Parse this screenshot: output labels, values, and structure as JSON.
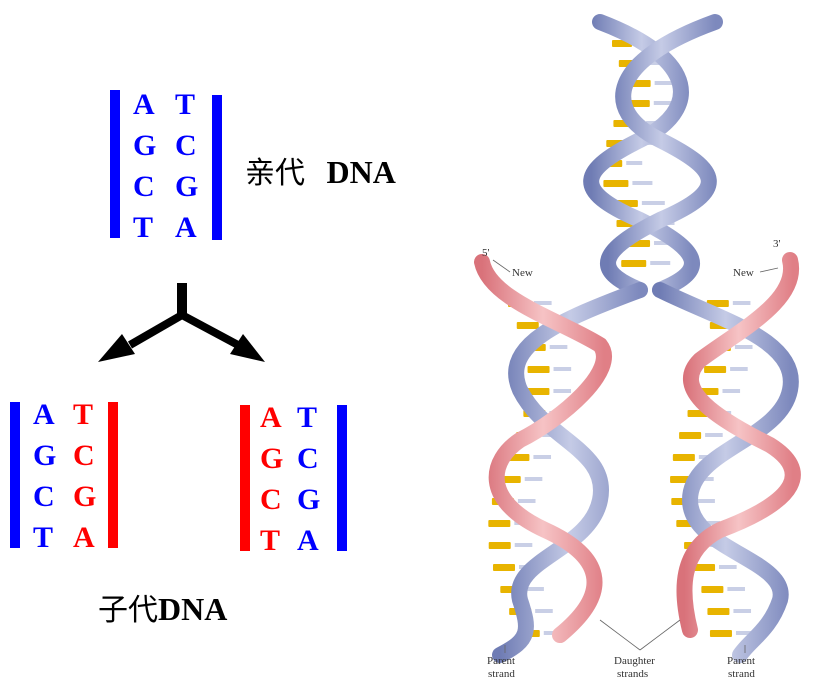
{
  "parent": {
    "label_cn": "亲代",
    "label_en": "DNA",
    "left_bases": [
      "A",
      "G",
      "C",
      "T"
    ],
    "right_bases": [
      "T",
      "C",
      "G",
      "A"
    ]
  },
  "daughter_label_cn": "子代",
  "daughter_label_en": "DNA",
  "daughter_left": {
    "old_bases": [
      "A",
      "G",
      "C",
      "T"
    ],
    "new_bases": [
      "T",
      "C",
      "G",
      "A"
    ]
  },
  "daughter_right": {
    "new_bases": [
      "A",
      "G",
      "C",
      "T"
    ],
    "old_bases": [
      "T",
      "C",
      "G",
      "A"
    ]
  },
  "helix_labels": {
    "five_prime": "5'",
    "three_prime": "3'",
    "new_left": "New",
    "new_right": "New",
    "parent_left": [
      "Parent",
      "strand"
    ],
    "daughter": [
      "Daughter",
      "strands"
    ],
    "parent_right": [
      "Parent",
      "strand"
    ]
  },
  "colors": {
    "old_strand": "#0000ff",
    "new_strand": "#ff0000",
    "parent_ribbon": "#8e9ac8",
    "daughter_ribbon": "#e88a8e",
    "base_pair": "#e8b400"
  }
}
